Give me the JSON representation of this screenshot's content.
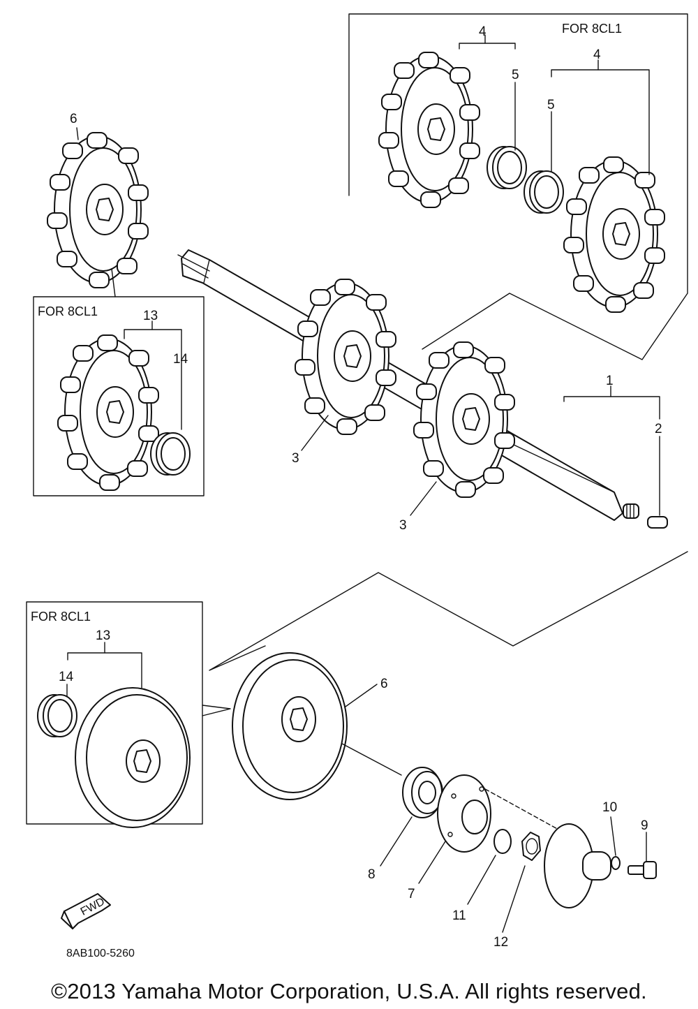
{
  "variant_note": "FOR 8CL1",
  "callouts": [
    "1",
    "2",
    "3",
    "3",
    "4",
    "5",
    "4",
    "5",
    "6",
    "6",
    "7",
    "8",
    "9",
    "10",
    "11",
    "12",
    "13",
    "14",
    "13",
    "14"
  ],
  "diagram_code": "8AB100-5260",
  "fwd_label": "FWD",
  "copyright": "©2013 Yamaha Motor Corporation, U.S.A. All rights reserved."
}
